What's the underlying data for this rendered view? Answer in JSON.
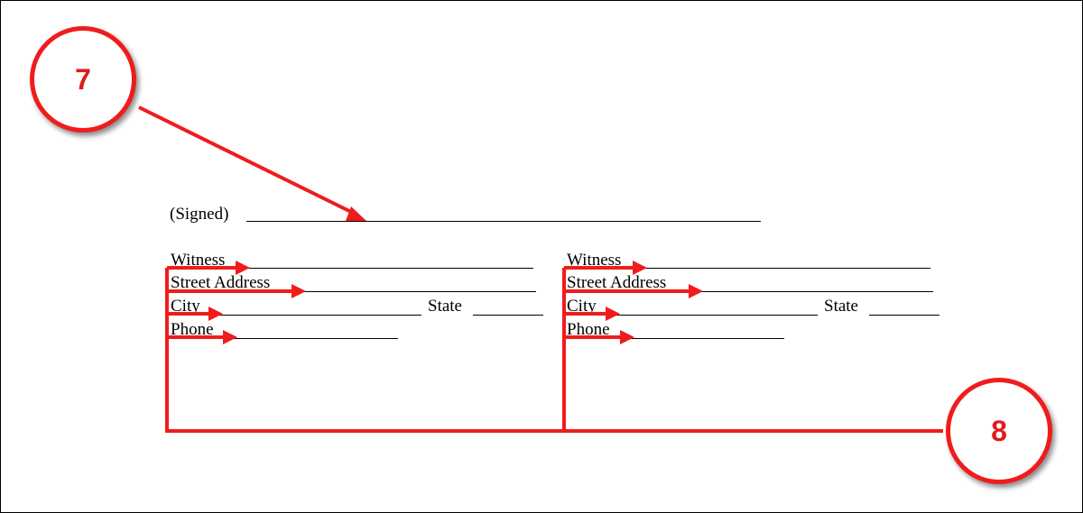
{
  "document": {
    "signed_label": "(Signed)",
    "witness_blocks": [
      {
        "witness_label": "Witness",
        "street_label": "Street Address",
        "city_label": "City",
        "state_label": "State",
        "phone_label": "Phone"
      },
      {
        "witness_label": "Witness",
        "street_label": "Street Address",
        "city_label": "City",
        "state_label": "State",
        "phone_label": "Phone"
      }
    ]
  },
  "callouts": [
    {
      "number": "7",
      "target": "signature line"
    },
    {
      "number": "8",
      "target": "witness information lines"
    }
  ],
  "colors": {
    "annotation": "#f01c1c",
    "text": "#000000"
  }
}
